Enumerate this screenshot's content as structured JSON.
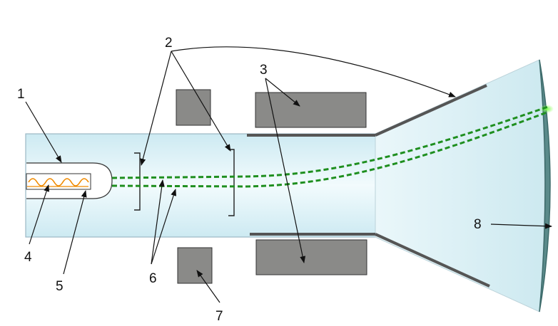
{
  "labels": {
    "l1": "1",
    "l2": "2",
    "l3": "3",
    "l4": "4",
    "l5": "5",
    "l6": "6",
    "l7": "7",
    "l8": "8"
  },
  "colors": {
    "tube_fill": "#dff2f7",
    "tube_stroke": "#9bb8c4",
    "block_fill": "#8a8a88",
    "block_stroke": "#333333",
    "plate": "#555555",
    "beam": "#1f8f1f",
    "filament": "#f08a00",
    "screen": "#5a8a8a"
  }
}
